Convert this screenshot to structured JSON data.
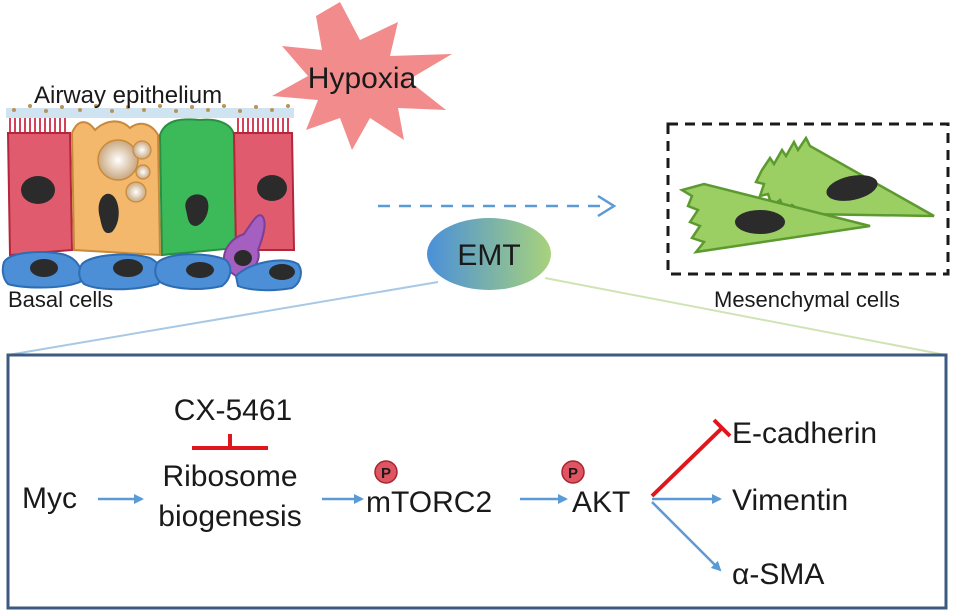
{
  "top": {
    "airway_label": "Airway epithelium",
    "basal_label": "Basal cells",
    "stimulus_label": "Hypoxia",
    "process_label": "EMT",
    "mesenchymal_label": "Mesenchymal cells"
  },
  "pathway": {
    "inhibitor": "CX-5461",
    "myc": "Myc",
    "ribosome_line1": "Ribosome",
    "ribosome_line2": "biogenesis",
    "mtorc2": "mTORC2",
    "akt": "AKT",
    "phospho_symbol": "P",
    "targets": {
      "e_cadherin": "E-cadherin",
      "vimentin": "Vimentin",
      "alpha_sma": "α-SMA"
    }
  },
  "colors": {
    "activation_arrow": "#5b9bd5",
    "inhibition": "#e0161d",
    "panel_border": "#3d5a80",
    "hypoxia_fill": "#f28b8b",
    "mesenchymal_fill": "#9bcf63"
  }
}
